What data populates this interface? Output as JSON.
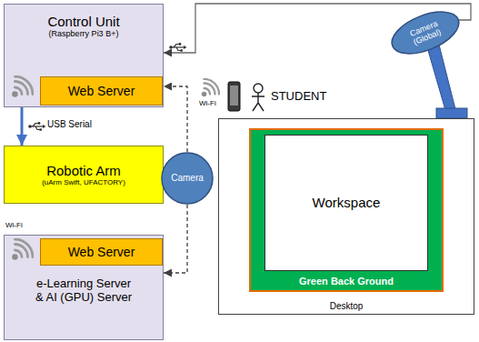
{
  "diagram": {
    "nodes": [
      {
        "text": [
          "Control Unit",
          "(Raspberry Pi3 B+)"
        ]
      },
      {
        "text": [
          "Web Server"
        ],
        "in": 0
      },
      {
        "text": [
          "Robotic Arm",
          "(uArm Swift, UFACTORY)"
        ]
      },
      {
        "text": [
          "Camera"
        ]
      },
      {
        "text": [
          "e-Learning Server & AI (GPU) Server"
        ]
      },
      {
        "text": [
          "Web Server"
        ],
        "in": 4
      },
      {
        "text": [
          "Camera (Global)"
        ]
      },
      {
        "text": [
          "Desktop"
        ]
      },
      {
        "text": [
          "Green Back Ground"
        ],
        "in": 7
      },
      {
        "text": [
          "Workspace"
        ],
        "in": 8
      }
    ],
    "edges": [
      {
        "from": 0,
        "to": 2,
        "label": "USB Serial",
        "arrow": "to"
      },
      {
        "from": 3,
        "to": 0,
        "arrow": "to"
      },
      {
        "from": 3,
        "to": 4,
        "arrow": "to"
      },
      {
        "from": 6,
        "to": 0,
        "arrow": "to"
      }
    ],
    "labels": [
      "Wi-Fi",
      "Wi-Fi",
      "STUDENT"
    ]
  }
}
